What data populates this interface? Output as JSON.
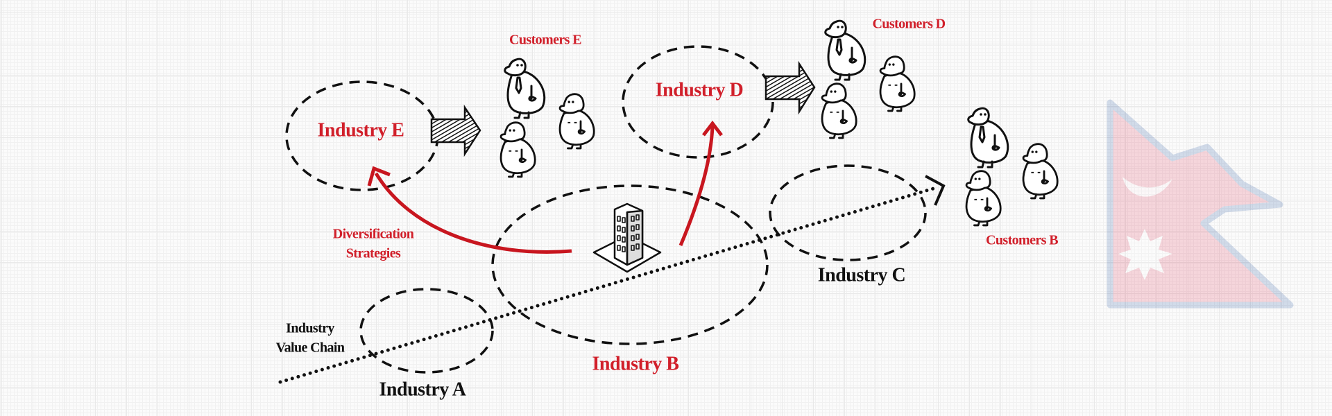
{
  "diagram": {
    "industries": {
      "a": "Industry A",
      "b": "Industry B",
      "c": "Industry C",
      "d": "Industry D",
      "e": "Industry E"
    },
    "customers": {
      "b": "Customers B",
      "d": "Customers D",
      "e": "Customers E"
    },
    "strategy_label": [
      "Diversification",
      "Strategies"
    ],
    "value_chain_label": [
      "Industry",
      "Value Chain"
    ],
    "colors": {
      "accent_red": "#d11f2a",
      "ink": "#111111",
      "flag_red": "#dc143c",
      "flag_blue": "#003893"
    },
    "icons": [
      "building-icon",
      "customer-figure-icon",
      "hatched-arrow-icon",
      "nepal-flag-watermark"
    ]
  }
}
